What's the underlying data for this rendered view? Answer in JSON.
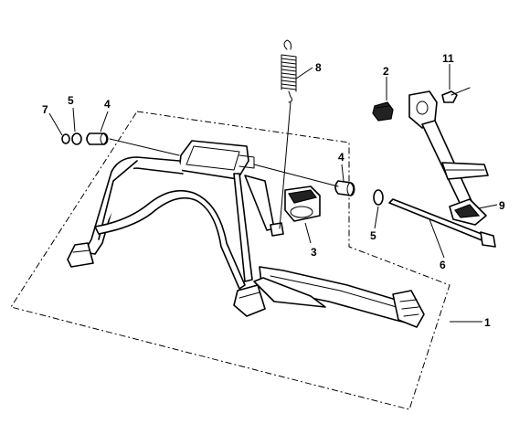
{
  "callouts": [
    {
      "id": "1",
      "label": "1"
    },
    {
      "id": "2",
      "label": "2"
    },
    {
      "id": "3",
      "label": "3"
    },
    {
      "id": "4a",
      "label": "4"
    },
    {
      "id": "4b",
      "label": "4"
    },
    {
      "id": "5a",
      "label": "5"
    },
    {
      "id": "5b",
      "label": "5"
    },
    {
      "id": "6",
      "label": "6"
    },
    {
      "id": "7",
      "label": "7"
    },
    {
      "id": "8",
      "label": "8"
    },
    {
      "id": "9",
      "label": "9"
    },
    {
      "id": "11",
      "label": "11"
    }
  ]
}
